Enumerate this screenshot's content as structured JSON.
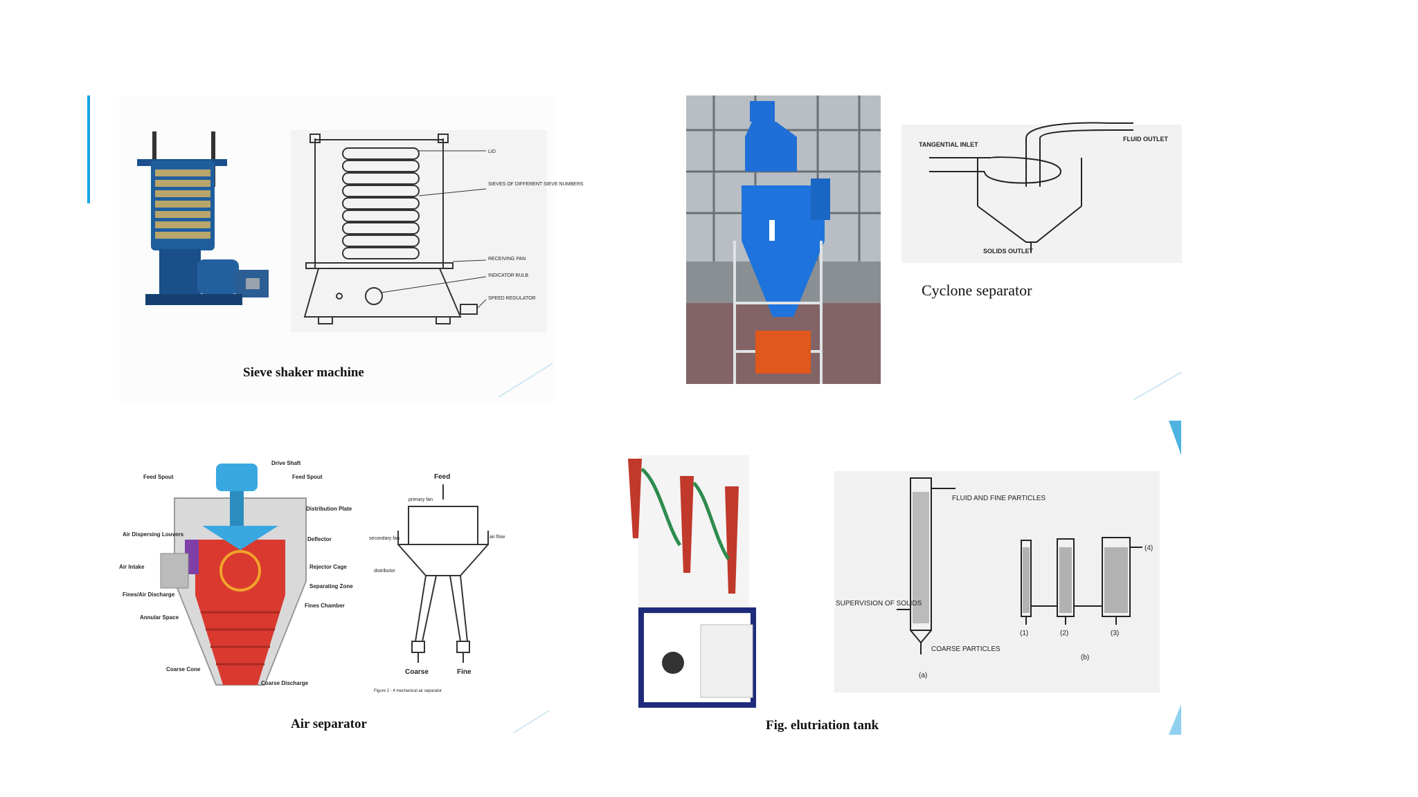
{
  "slide": {
    "accent_color": "#1aa3e6",
    "panels": {
      "sieve_shaker": {
        "caption": "Sieve shaker machine",
        "diagram_labels": [
          "LID",
          "SIEVES OF DIFFERENT SIEVE NUMBERS",
          "RECEIVING PAN",
          "INDICATOR BULB",
          "SPEED REGULATOR"
        ]
      },
      "cyclone": {
        "caption": "Cyclone separator",
        "diagram_labels": [
          "TANGENTIAL INLET",
          "FLUID OUTLET",
          "SOLIDS OUTLET"
        ]
      },
      "air_separator": {
        "caption": "Air separator",
        "cutaway_labels": [
          "Drive Shaft",
          "Feed Spout",
          "Feed Spout",
          "Distribution Plate",
          "Air Dispersing Louvers",
          "Deflector",
          "Air Intake",
          "Rejector Cage",
          "Separating Zone",
          "Fines/Air Discharge",
          "Fines Chamber",
          "Annular Space",
          "Coarse Cone",
          "Coarse Discharge"
        ],
        "diagram_labels": [
          "Feed",
          "primary fan",
          "secondary fan",
          "air flow",
          "distributor",
          "Coarse",
          "Fine"
        ],
        "figure_note": "Figure 2 - 4 mechanical air separator"
      },
      "elutriation": {
        "caption": "Fig. elutriation tank",
        "diagram_labels": [
          "FLUID AND FINE PARTICLES",
          "SUPERVISION OF SOLIDS",
          "COARSE PARTICLES",
          "(a)",
          "(1)",
          "(2)",
          "(3)",
          "(4)",
          "(b)"
        ]
      }
    }
  }
}
